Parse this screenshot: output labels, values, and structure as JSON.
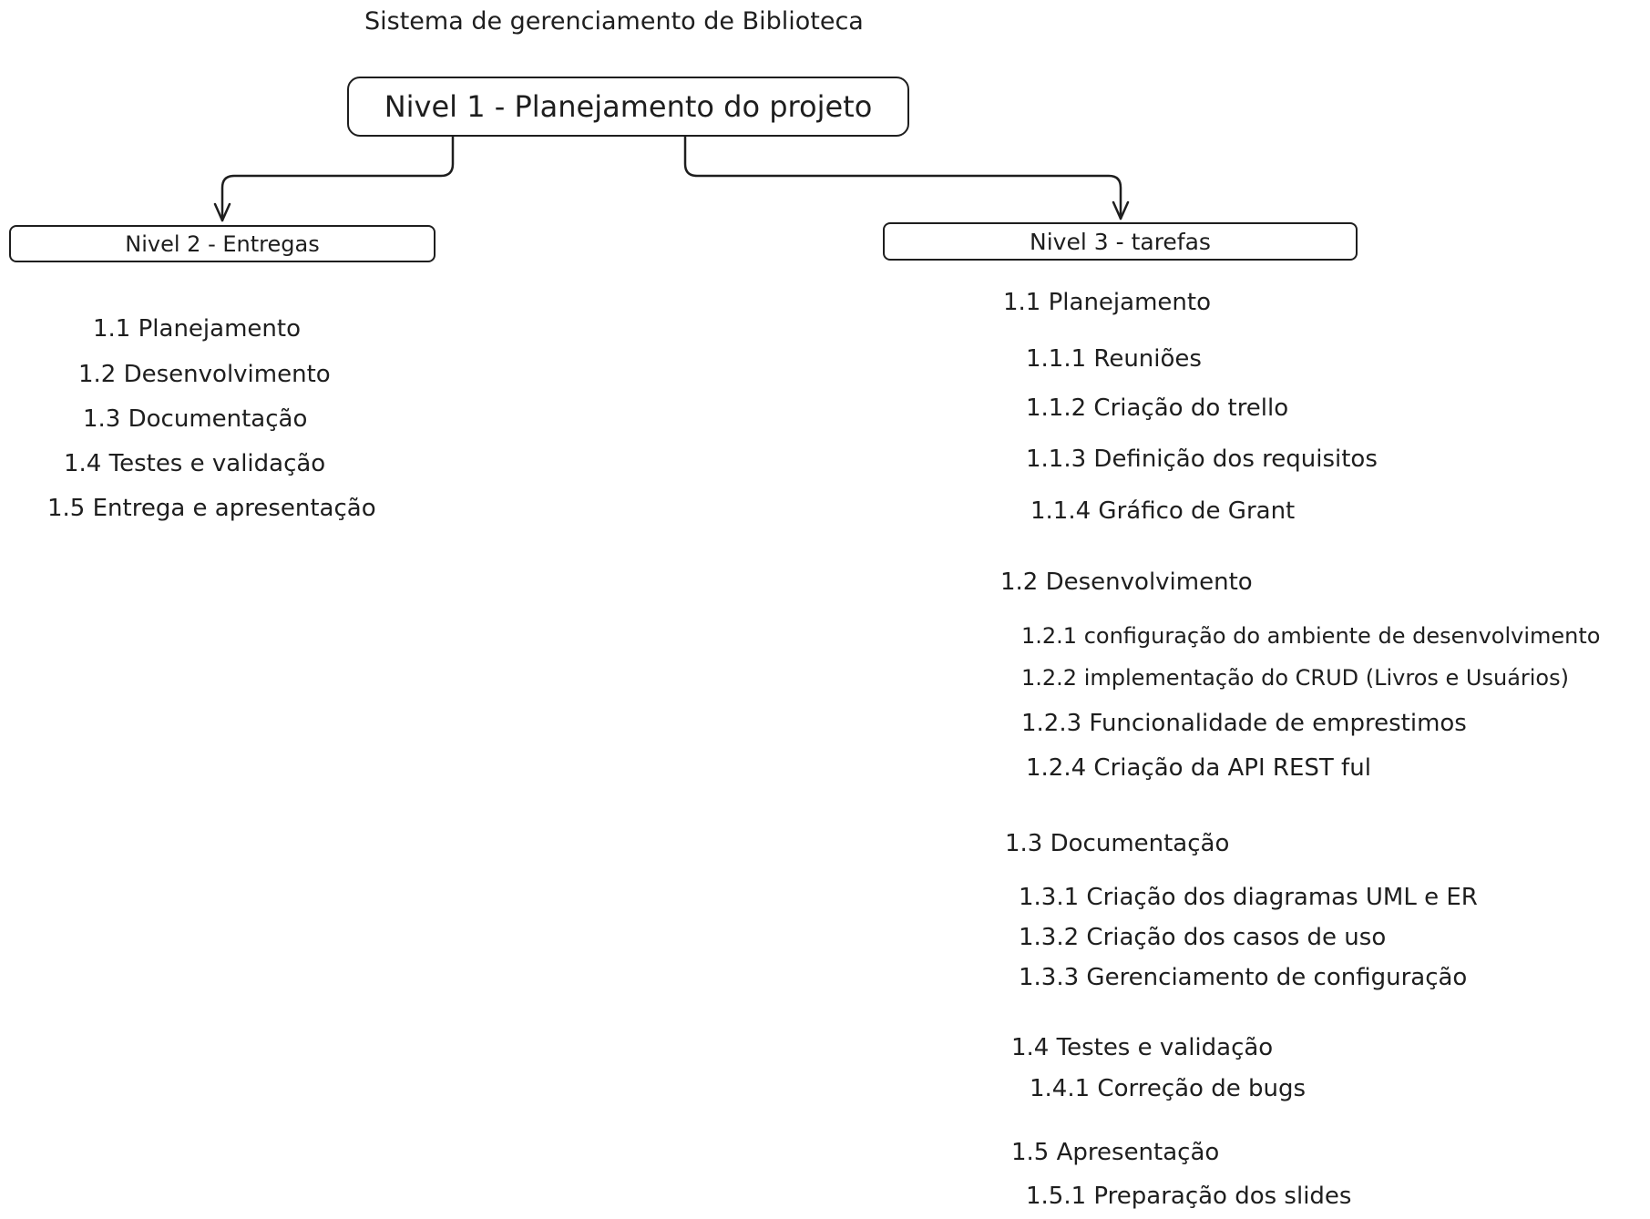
{
  "diagram": {
    "title": "Sistema de gerenciamento de Biblioteca",
    "level1": {
      "label": "Nivel 1 - Planejamento do projeto"
    },
    "level2": {
      "label": "Nivel 2 - Entregas",
      "items": [
        "1.1 Planejamento",
        "1.2 Desenvolvimento",
        "1.3 Documentação",
        "1.4 Testes e validação",
        "1.5 Entrega e apresentação"
      ]
    },
    "level3": {
      "label": "Nivel 3 - tarefas",
      "groups": [
        {
          "heading": "1.1 Planejamento",
          "tasks": [
            "1.1.1 Reuniões",
            "1.1.2 Criação do trello",
            "1.1.3 Definição dos requisitos",
            "1.1.4 Gráfico de Grant"
          ]
        },
        {
          "heading": "1.2 Desenvolvimento",
          "tasks": [
            "1.2.1 configuração do ambiente de desenvolvimento",
            "1.2.2 implementação do CRUD (Livros e Usuários)",
            "1.2.3 Funcionalidade de emprestimos",
            "1.2.4 Criação da API REST ful"
          ]
        },
        {
          "heading": "1.3 Documentação",
          "tasks": [
            "1.3.1 Criação dos diagramas UML e ER",
            "1.3.2 Criação dos casos de uso",
            "1.3.3 Gerenciamento de configuração"
          ]
        },
        {
          "heading": "1.4 Testes e validação",
          "tasks": [
            "1.4.1 Correção de bugs"
          ]
        },
        {
          "heading": "1.5 Apresentação",
          "tasks": [
            "1.5.1 Preparação dos slides"
          ]
        }
      ]
    }
  }
}
